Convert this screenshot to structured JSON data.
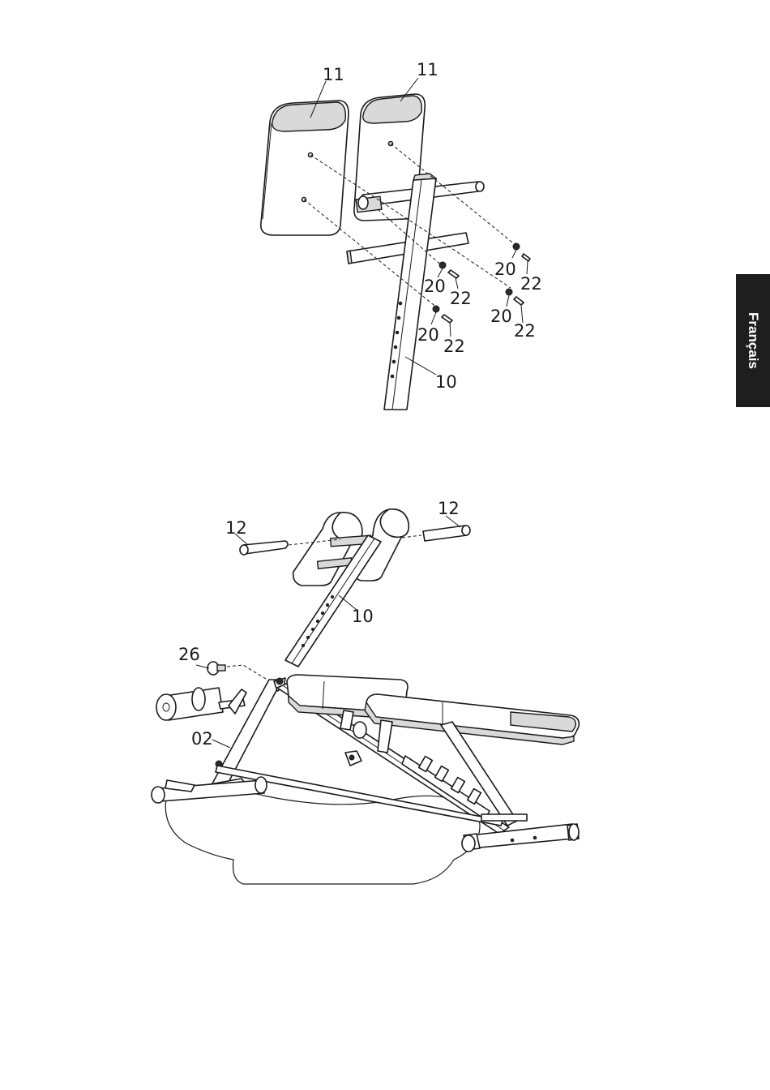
{
  "language_tab": {
    "label": "Français"
  },
  "figure_top": {
    "callouts": {
      "c11a": "11",
      "c11b": "11",
      "c20a": "20",
      "c22a": "22",
      "c20b": "20",
      "c22b": "22",
      "c20c": "20",
      "c22c": "22",
      "c20d": "20",
      "c22d": "22",
      "c10": "10"
    }
  },
  "figure_bottom": {
    "callouts": {
      "c12a": "12",
      "c12b": "12",
      "c10": "10",
      "c26": "26",
      "c02": "02"
    }
  }
}
